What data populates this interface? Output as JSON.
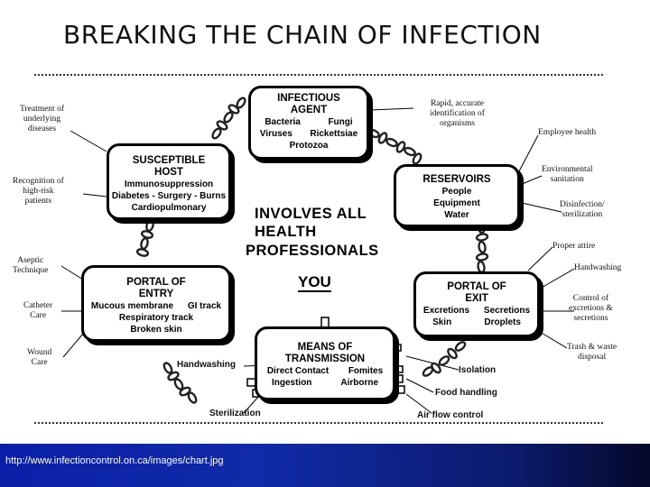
{
  "title": "BREAKING THE CHAIN OF INFECTION",
  "center_text": [
    "INVOLVES ALL",
    "HEALTH",
    "PROFESSIONALS"
  ],
  "you_label": "YOU",
  "boxes": {
    "infectious_agent": {
      "title": [
        "INFECTIOUS",
        "AGENT"
      ],
      "rows": [
        [
          "Bacteria",
          "Fungi"
        ],
        [
          "Viruses",
          "Rickettsiae"
        ],
        [
          "Protozoa"
        ]
      ]
    },
    "reservoirs": {
      "title": [
        "RESERVOIRS"
      ],
      "rows": [
        [
          "People"
        ],
        [
          "Equipment"
        ],
        [
          "Water"
        ]
      ]
    },
    "portal_of_exit": {
      "title": [
        "PORTAL OF",
        "EXIT"
      ],
      "rows": [
        [
          "Excretions",
          "Secretions"
        ],
        [
          "Skin",
          "Droplets"
        ]
      ]
    },
    "means_of_transmission": {
      "title": [
        "MEANS OF",
        "TRANSMISSION"
      ],
      "rows": [
        [
          "Direct Contact",
          "Fomites"
        ],
        [
          "Ingestion",
          "Airborne"
        ]
      ]
    },
    "portal_of_entry": {
      "title": [
        "PORTAL OF",
        "ENTRY"
      ],
      "rows": [
        [
          "Mucous membrane",
          "GI track"
        ],
        [
          "Respiratory track"
        ],
        [
          "Broken skin"
        ]
      ]
    },
    "susceptible_host": {
      "title": [
        "SUSCEPTIBLE",
        "HOST"
      ],
      "rows": [
        [
          "Immunosuppression"
        ],
        [
          "Diabetes - Surgery - Burns"
        ],
        [
          "Cardiopulmonary"
        ]
      ]
    }
  },
  "notes": {
    "rapid_identification": "Rapid, accurate\nidentification of\norganisms",
    "employee_health": "Employee health",
    "environmental_sanitation": "Environmental\nsanitation",
    "disinfection": "Disinfection/\nsterilization",
    "proper_attire": "Proper attire",
    "handwashing_right": "Handwashing",
    "control_excretions": "Control of\nexcretions &\nsecretions",
    "trash_disposal": "Trash & waste\ndisposal",
    "isolation": "Isolation",
    "food_handling": "Food handling",
    "air_flow_control": "Air flow control",
    "sterilization": "Sterilization",
    "handwashing_left": "Handwashing",
    "wound_care": "Wound\nCare",
    "catheter_care": "Catheter\nCare",
    "aseptic_technique": "Aseptic\nTechnique",
    "recognition_high_risk": "Recognition of\nhigh-risk\npatients",
    "treatment_underlying": "Treatment of\nunderlying\ndiseases"
  },
  "footer": {
    "url": "http://www.infectioncontrol.on.ca/images/chart.jpg"
  },
  "colors": {
    "footer_blue": "#0a1fa8",
    "footer_dark": "#05082a",
    "line": "#000000"
  },
  "icons": {
    "chain_links": "chain-link-icon"
  }
}
